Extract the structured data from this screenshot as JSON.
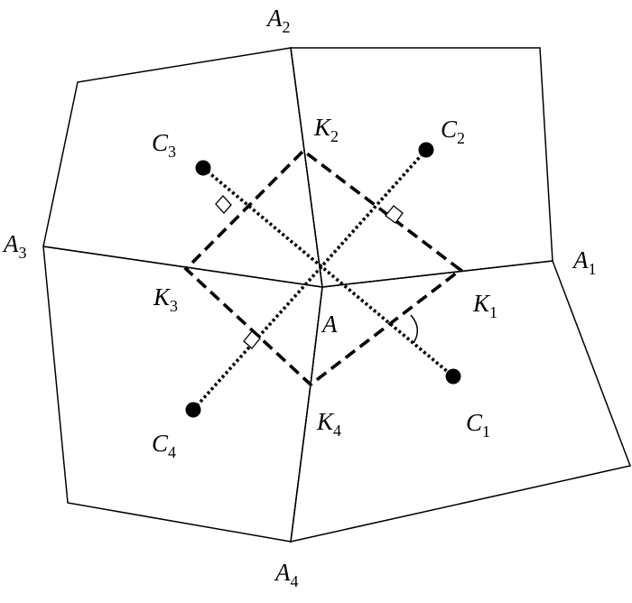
{
  "points": {
    "A": {
      "letter": "A",
      "sub": ""
    },
    "A1": {
      "letter": "A",
      "sub": "1"
    },
    "A2": {
      "letter": "A",
      "sub": "2"
    },
    "A3": {
      "letter": "A",
      "sub": "3"
    },
    "A4": {
      "letter": "A",
      "sub": "4"
    },
    "K1": {
      "letter": "K",
      "sub": "1"
    },
    "K2": {
      "letter": "K",
      "sub": "2"
    },
    "K3": {
      "letter": "K",
      "sub": "3"
    },
    "K4": {
      "letter": "K",
      "sub": "4"
    },
    "C1": {
      "letter": "C",
      "sub": "1"
    },
    "C2": {
      "letter": "C",
      "sub": "2"
    },
    "C3": {
      "letter": "C",
      "sub": "3"
    },
    "C4": {
      "letter": "C",
      "sub": "4"
    }
  }
}
